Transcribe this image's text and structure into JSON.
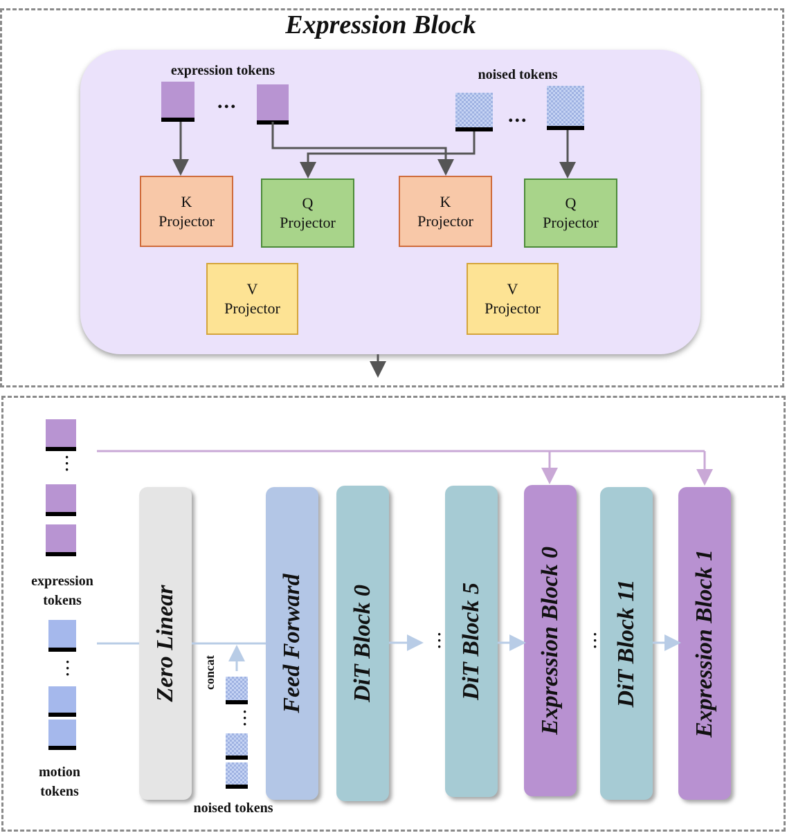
{
  "expression_block": {
    "title": "Expression Block",
    "expression_tokens_label": "expression tokens",
    "noised_tokens_label": "noised tokens",
    "ellipsis": "...",
    "projectors": [
      {
        "letter": "K",
        "word": "Projector"
      },
      {
        "letter": "Q",
        "word": "Projector"
      },
      {
        "letter": "K",
        "word": "Projector"
      },
      {
        "letter": "Q",
        "word": "Projector"
      },
      {
        "letter": "V",
        "word": "Projector"
      },
      {
        "letter": "V",
        "word": "Projector"
      }
    ]
  },
  "pipeline": {
    "expression_tokens_label": [
      "expression",
      "tokens"
    ],
    "motion_tokens_label": [
      "motion",
      "tokens"
    ],
    "concat_label": "concat",
    "noised_tokens_label": "noised tokens",
    "blocks": [
      "Zero Linear",
      "Feed Forward",
      "DiT Block 0",
      "DiT Block 5",
      "Expression Block 0",
      "DiT Block 11",
      "Expression Block 1"
    ]
  },
  "colors": {
    "expression_token": "#b894d2",
    "motion_token": "#a5b8ec",
    "k_projector": "#f8c8a8",
    "q_projector": "#a8d48a",
    "v_projector": "#fde394",
    "zero_linear": "#e5e5e5",
    "feed_forward": "#b3c6e6",
    "dit_block": "#a6cbd4",
    "expression_block": "#b891d1"
  }
}
